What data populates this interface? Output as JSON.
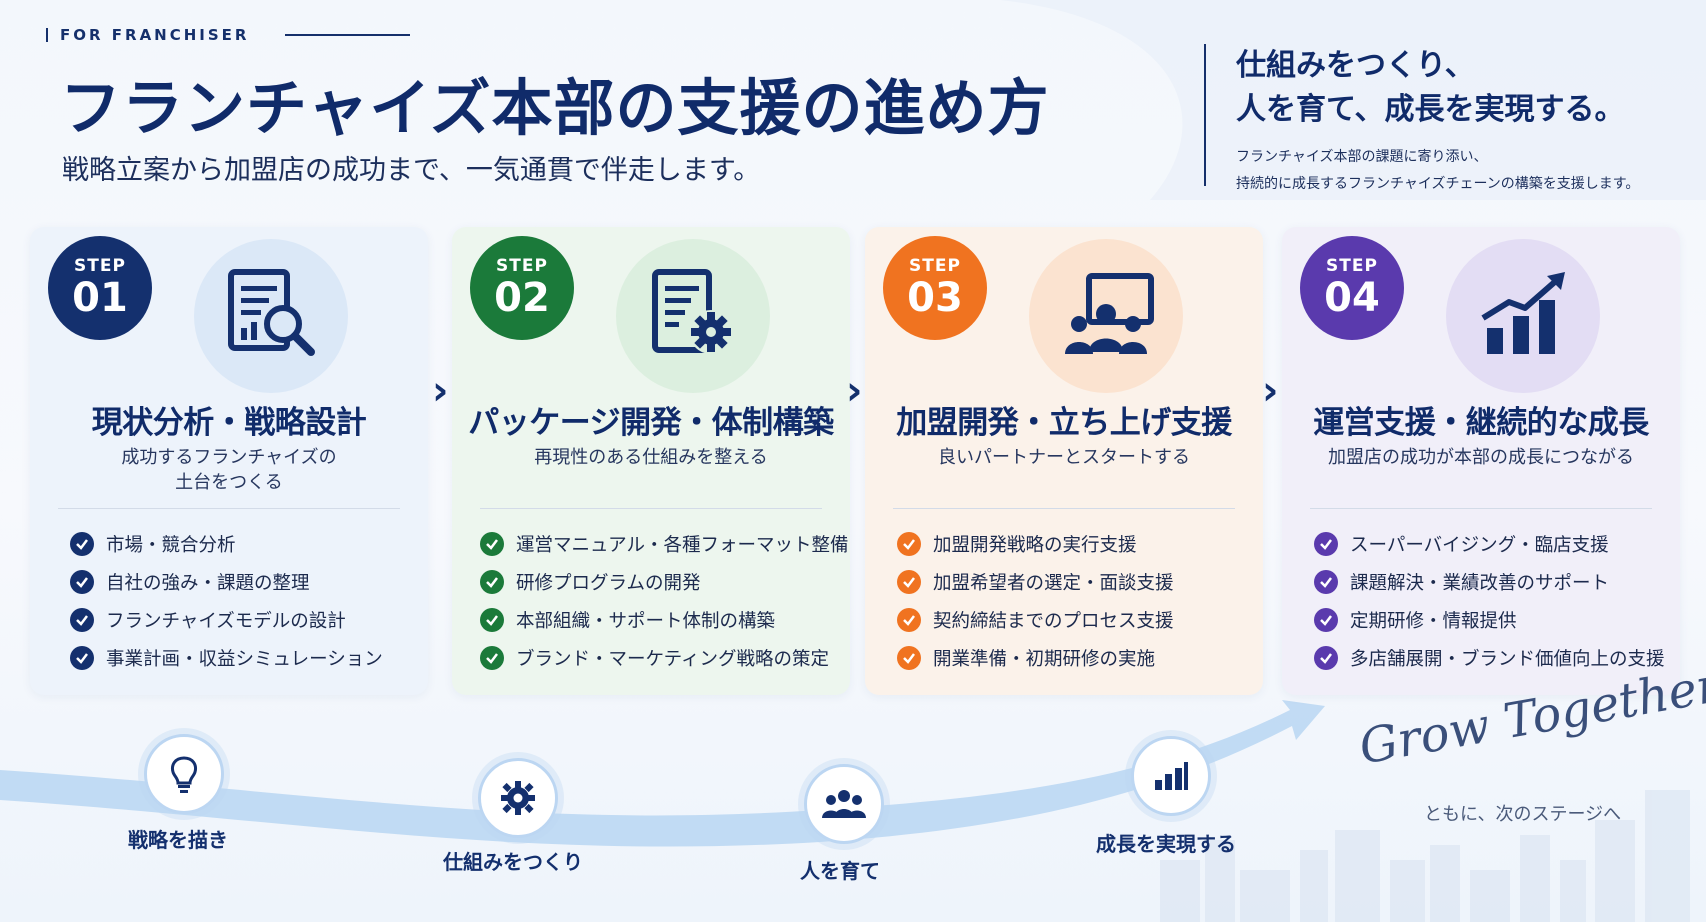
{
  "header": {
    "tagline": "FOR FRANCHISER",
    "title": "フランチャイズ本部の支援の進め方",
    "subtitle": "戦略立案から加盟店の成功まで、一気通貫で伴走します。",
    "right_title_1": "仕組みをつくり、",
    "right_title_2": "人を育て、成長を実現する。",
    "right_desc_1": "フランチャイズ本部の課題に寄り添い、",
    "right_desc_2": "持続的に成長するフランチャイズチェーンの構築を支援します。"
  },
  "steps": [
    {
      "step_label": "STEP",
      "number": "01",
      "icon": "document-magnifier-icon",
      "title": "現状分析・戦略設計",
      "desc_1": "成功するフランチャイズの",
      "desc_2": "土台をつくる",
      "items": [
        "市場・競合分析",
        "自社の強み・課題の整理",
        "フランチャイズモデルの設計",
        "事業計画・収益シミュレーション"
      ],
      "accent": "#14306e"
    },
    {
      "step_label": "STEP",
      "number": "02",
      "icon": "document-gear-icon",
      "title": "パッケージ開発・体制構築",
      "desc_1": "再現性のある仕組みを整える",
      "desc_2": "",
      "items": [
        "運営マニュアル・各種フォーマット整備",
        "研修プログラムの開発",
        "本部組織・サポート体制の構築",
        "ブランド・マーケティング戦略の策定"
      ],
      "accent": "#1b7a3a"
    },
    {
      "step_label": "STEP",
      "number": "03",
      "icon": "team-presentation-icon",
      "title": "加盟開発・立ち上げ支援",
      "desc_1": "良いパートナーとスタートする",
      "desc_2": "",
      "items": [
        "加盟開発戦略の実行支援",
        "加盟希望者の選定・面談支援",
        "契約締結までのプロセス支援",
        "開業準備・初期研修の実施"
      ],
      "accent": "#f07320"
    },
    {
      "step_label": "STEP",
      "number": "04",
      "icon": "growth-chart-icon",
      "title": "運営支援・継続的な成長",
      "desc_1": "加盟店の成功が本部の成長につながる",
      "desc_2": "",
      "items": [
        "スーパーバイジング・臨店支援",
        "課題解決・業績改善のサポート",
        "定期研修・情報提供",
        "多店舗展開・ブランド価値向上の支援"
      ],
      "accent": "#5a3aad"
    }
  ],
  "stages": [
    {
      "icon": "lightbulb-icon",
      "label": "戦略を描き"
    },
    {
      "icon": "gear-icon",
      "label": "仕組みをつくり"
    },
    {
      "icon": "people-icon",
      "label": "人を育て"
    },
    {
      "icon": "bar-chart-icon",
      "label": "成長を実現する"
    }
  ],
  "footer": {
    "script_text": "Grow Together.",
    "sub_text": "ともに、次のステージへ"
  }
}
